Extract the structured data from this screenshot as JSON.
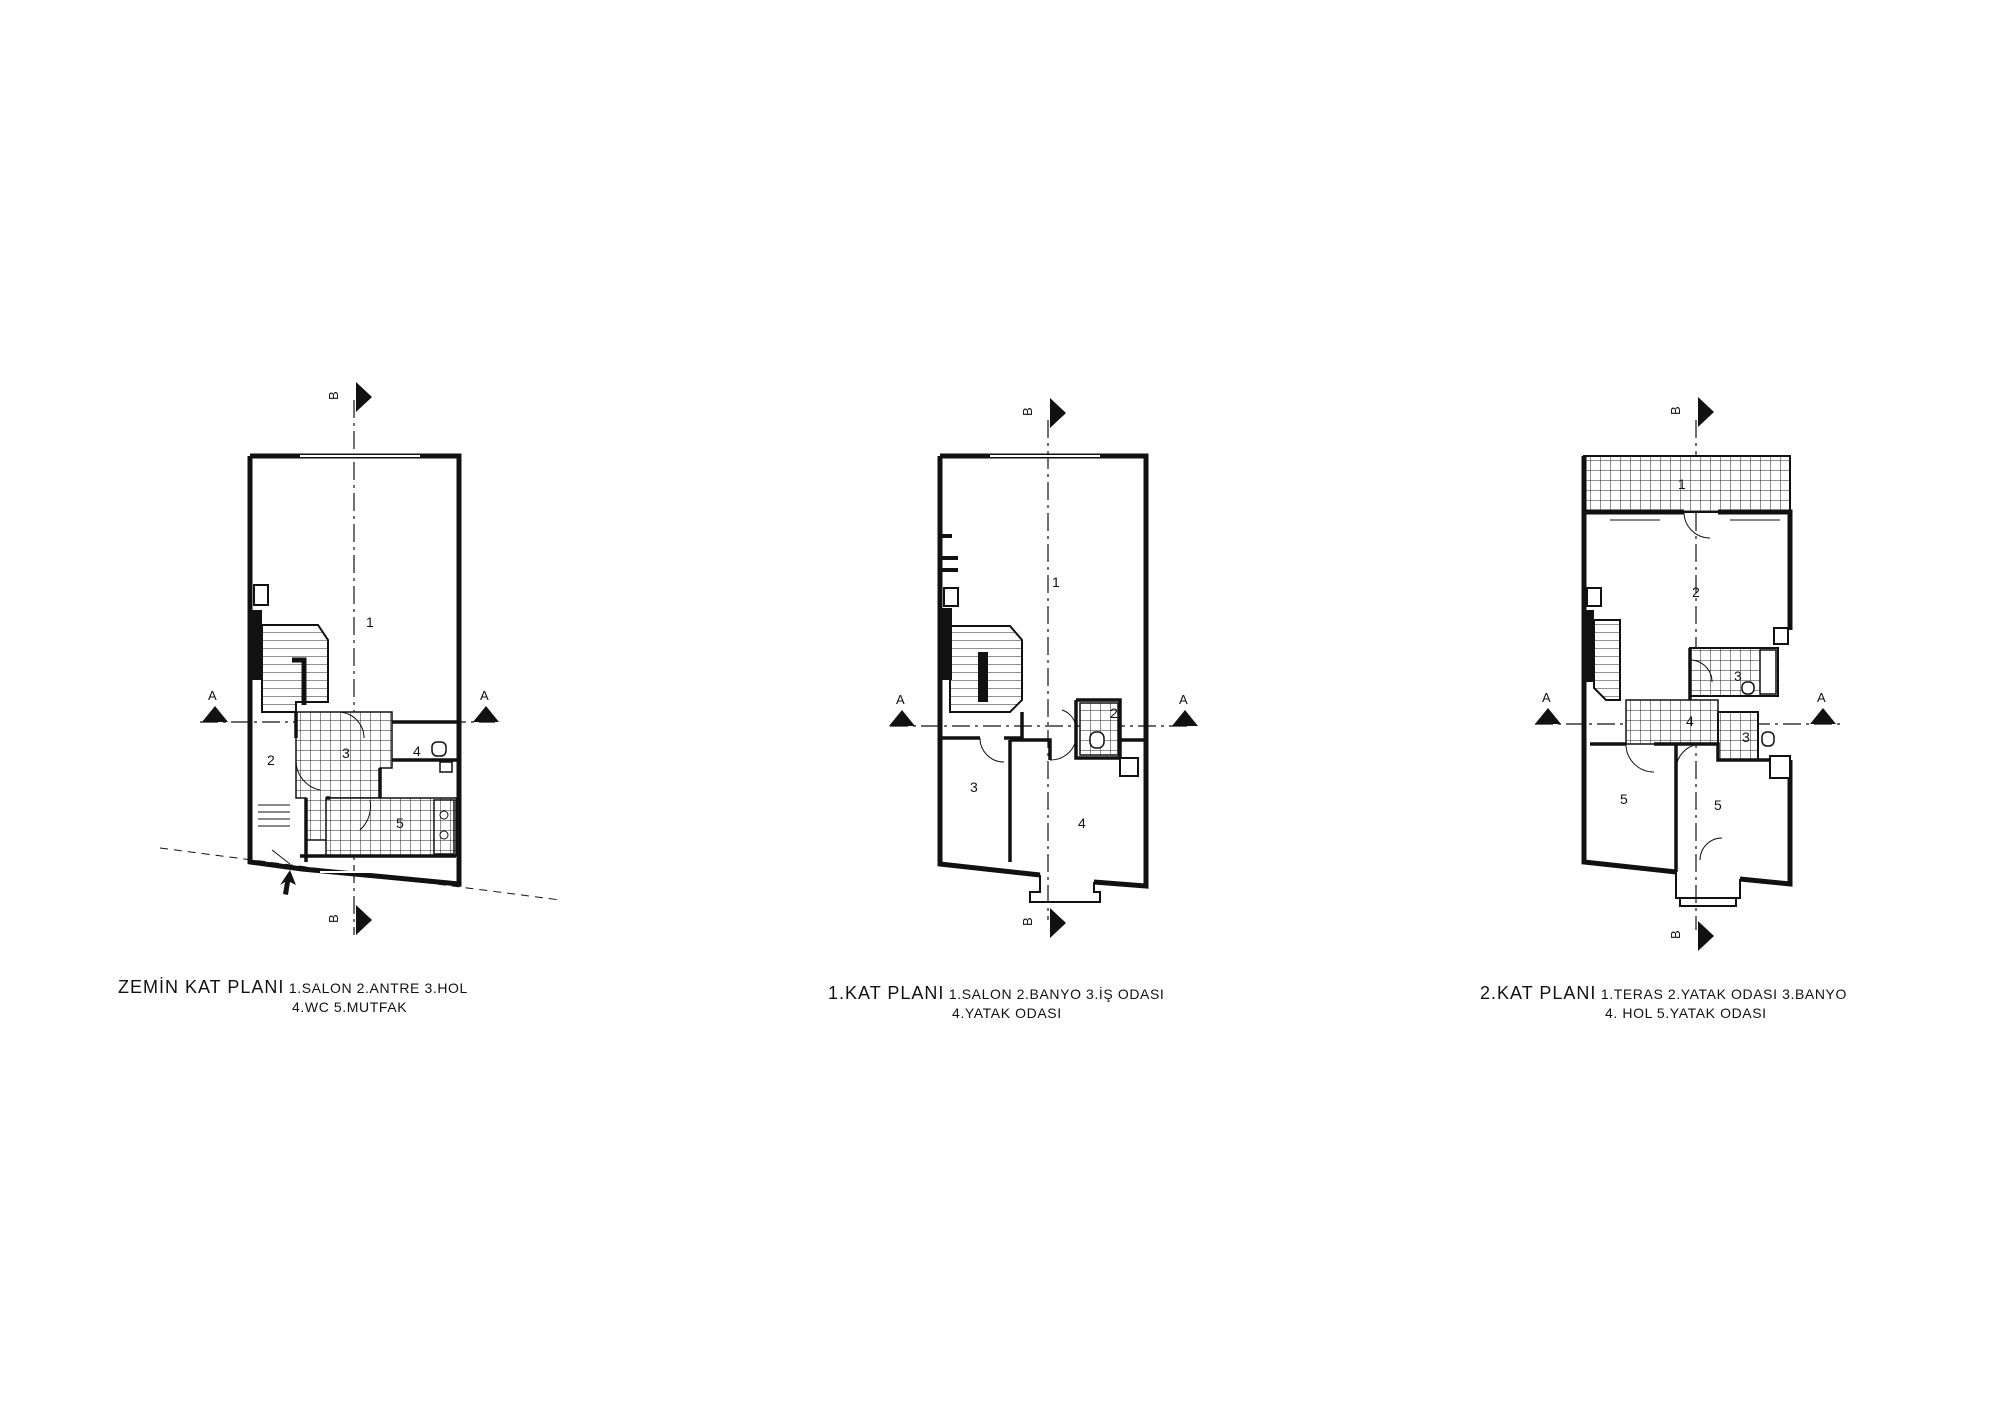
{
  "plans": [
    {
      "id": "zemin",
      "title": "ZEMİN KAT PLANI",
      "legend_line1": "1.SALON 2.ANTRE 3.HOL",
      "legend_line2": "4.WC 5.MUTFAK",
      "room_numbers": [
        "1",
        "2",
        "3",
        "4",
        "5"
      ],
      "section_labels": {
        "a_left": "A",
        "a_right": "A",
        "b_top": "B",
        "b_bottom": "B"
      }
    },
    {
      "id": "kat1",
      "title": "1.KAT PLANI",
      "legend_line1": "1.SALON 2.BANYO 3.İŞ ODASI",
      "legend_line2": "4.YATAK ODASI",
      "room_numbers": [
        "1",
        "2",
        "3",
        "4"
      ],
      "section_labels": {
        "a_left": "A",
        "a_right": "A",
        "b_top": "B",
        "b_bottom": "B"
      }
    },
    {
      "id": "kat2",
      "title": "2.KAT PLANI",
      "legend_line1": "1.TERAS 2.YATAK ODASI 3.BANYO",
      "legend_line2": "4. HOL 5.YATAK ODASI",
      "room_numbers": [
        "1",
        "2",
        "3",
        "3",
        "4",
        "5",
        "5"
      ],
      "section_labels": {
        "a_left": "A",
        "a_right": "A",
        "b_top": "B",
        "b_bottom": "B"
      }
    }
  ],
  "colors": {
    "line": "#111111",
    "background": "#ffffff"
  }
}
